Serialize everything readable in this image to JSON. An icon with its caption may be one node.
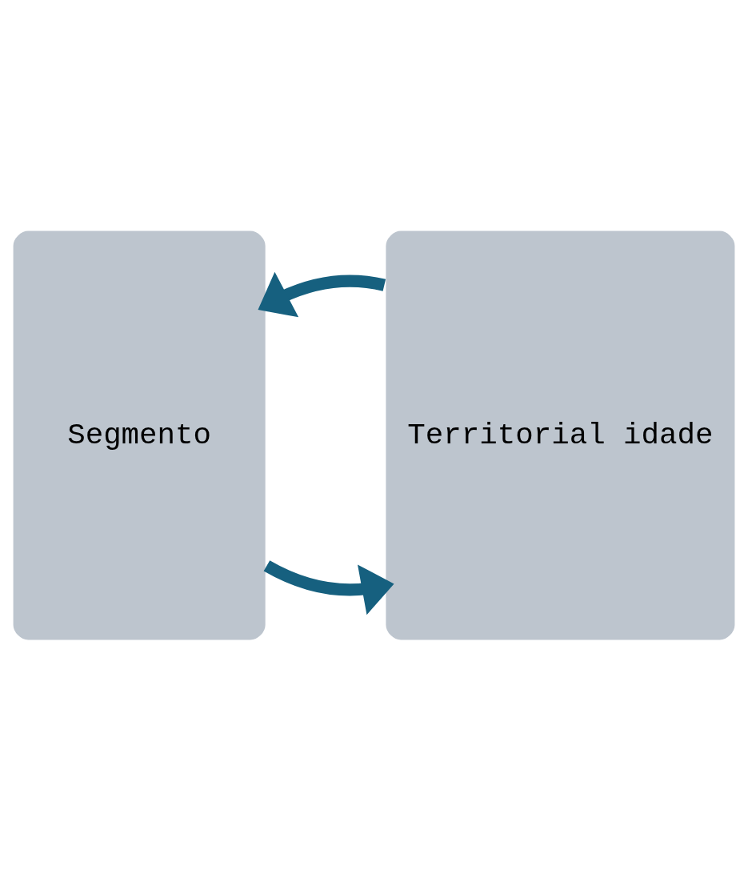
{
  "diagram": {
    "nodes": [
      {
        "text": [
          "Segmento"
        ]
      },
      {
        "text": [
          "Territorial idade"
        ]
      }
    ],
    "edges": [
      {
        "from": 0,
        "to": 1,
        "arrow": "to"
      },
      {
        "from": 1,
        "to": 0,
        "arrow": "to"
      }
    ]
  }
}
